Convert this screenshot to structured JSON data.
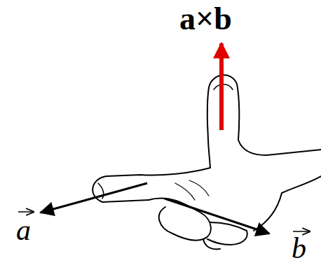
{
  "diagram": {
    "labels": [
      "a×b",
      "a",
      "b"
    ]
  }
}
